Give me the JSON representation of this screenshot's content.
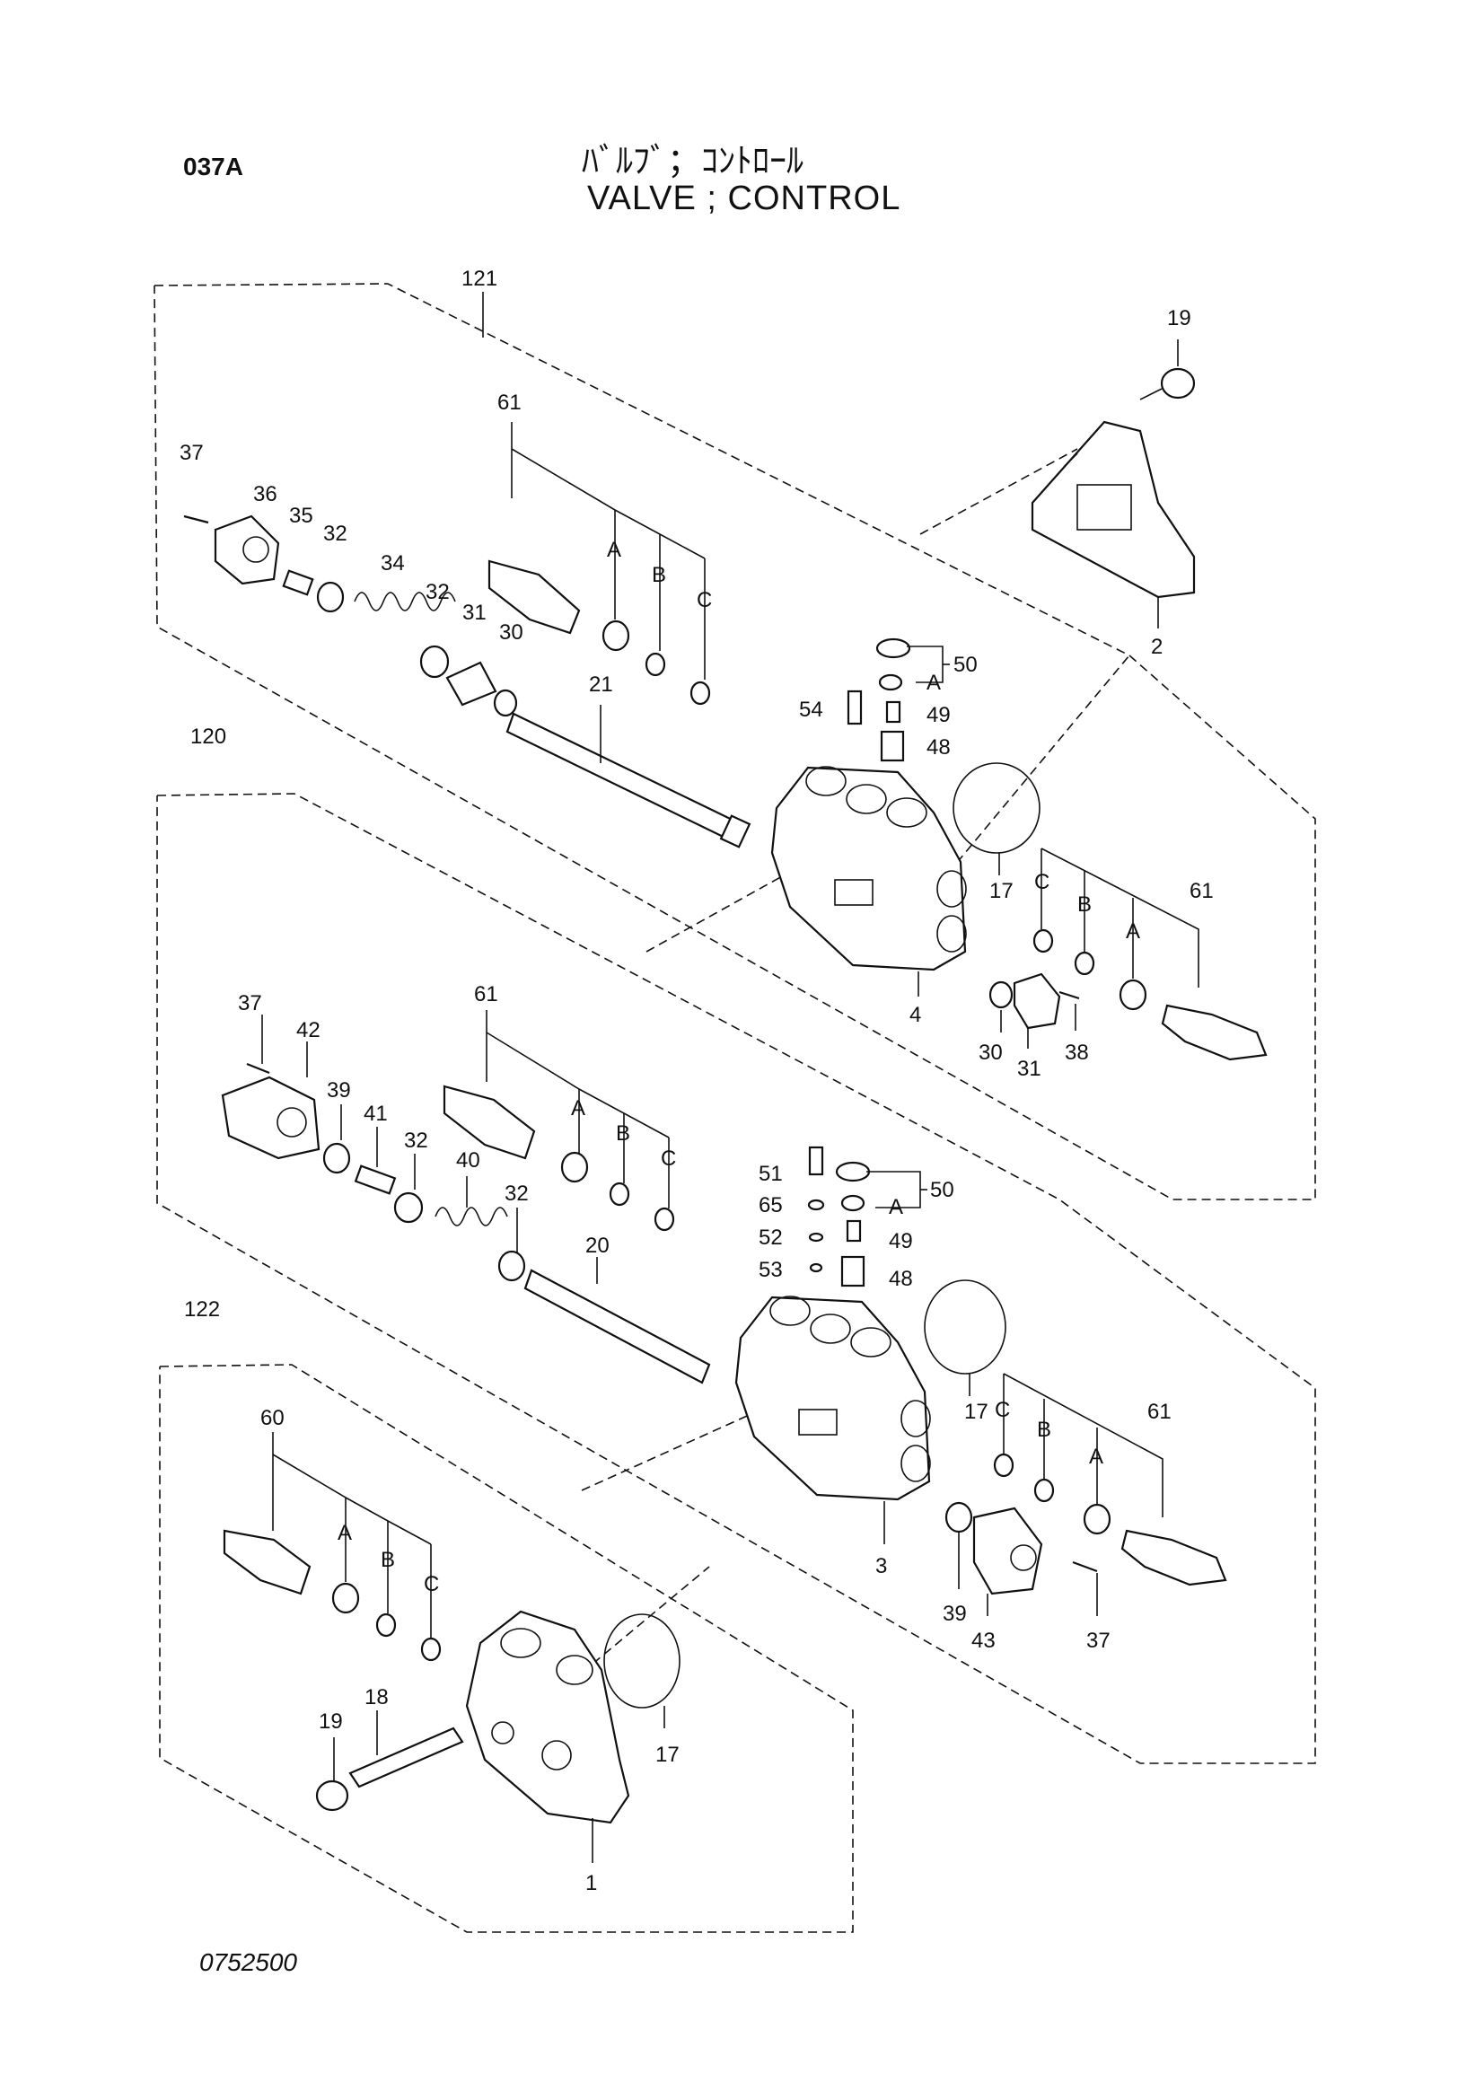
{
  "header": {
    "page_code": "037A",
    "title_jp": "ﾊﾞﾙﾌﾞ；ｺﾝﾄﾛｰﾙ",
    "title_en": "VALVE ; CONTROL"
  },
  "footer": {
    "drawing_number": "0752500"
  },
  "callouts": {
    "c121": "121",
    "c120": "120",
    "c122": "122",
    "c19_top": "19",
    "c2": "2",
    "c37_a": "37",
    "c36": "36",
    "c35": "35",
    "c32_a": "32",
    "c34": "34",
    "c32_b": "32",
    "c31_a": "31",
    "c30_a": "30",
    "c61_a": "61",
    "cA_a": "A",
    "cB_a": "B",
    "cC_a": "C",
    "c21": "21",
    "c54": "54",
    "c50_a": "50",
    "cA_50a": "A",
    "c49_a": "49",
    "c48_a": "48",
    "c17_a": "17",
    "c4": "4",
    "cC_b": "C",
    "cB_b": "B",
    "cA_b": "A",
    "c61_b": "61",
    "c30_b": "30",
    "c31_b": "31",
    "c38": "38",
    "c37_b": "37",
    "c42": "42",
    "c39_a": "39",
    "c41": "41",
    "c32_c": "32",
    "c40": "40",
    "c32_d": "32",
    "c61_c": "61",
    "cA_c": "A",
    "cB_c": "B",
    "cC_c": "C",
    "c20": "20",
    "c51": "51",
    "c65": "65",
    "c52": "52",
    "c53": "53",
    "c50_b": "50",
    "cA_50b": "A",
    "c49_b": "49",
    "c48_b": "48",
    "c17_b": "17",
    "cC_d": "C",
    "cB_d": "B",
    "cA_d": "A",
    "c61_d": "61",
    "c3": "3",
    "c39_b": "39",
    "c43": "43",
    "c37_c": "37",
    "c60": "60",
    "cA_e": "A",
    "cB_e": "B",
    "cC_e": "C",
    "c19_bot": "19",
    "c18": "18",
    "c17_c": "17",
    "c1": "1"
  }
}
